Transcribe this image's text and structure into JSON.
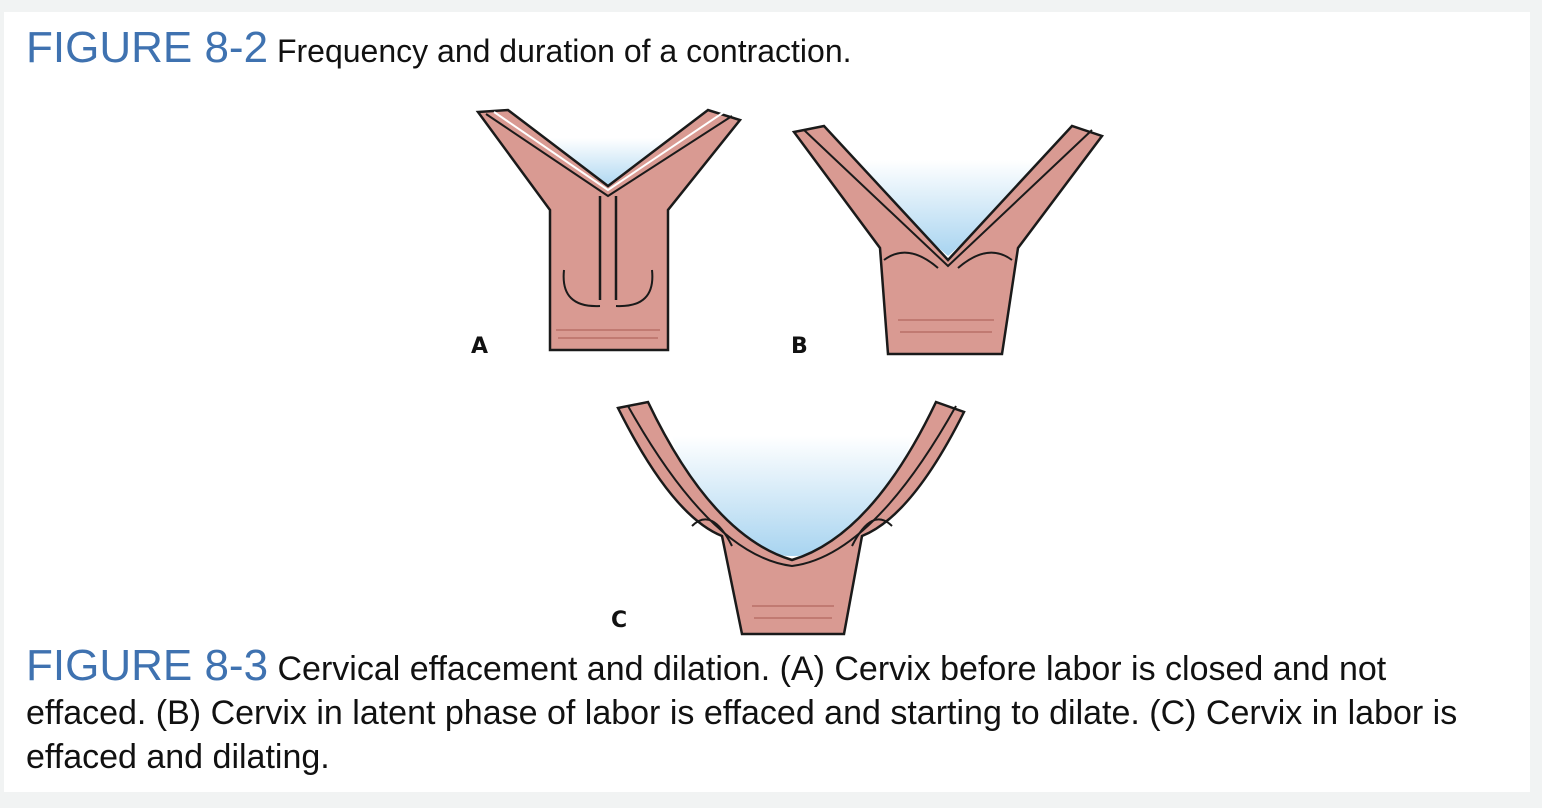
{
  "figure_top": {
    "number": "FIGURE 8-2",
    "text": "Frequency and duration of a contraction."
  },
  "panels": {
    "a": {
      "label": "A"
    },
    "b": {
      "label": "B"
    },
    "c": {
      "label": "C"
    }
  },
  "figure_bottom": {
    "number": "FIGURE 8-3",
    "text": "Cervical effacement and dilation. (A) Cervix before labor is closed and not effaced. (B) Cervix in latent phase of labor is effaced and starting to dilate. (C) Cervix in labor is effaced and dilating."
  },
  "colors": {
    "figure_number": "#3f72b0",
    "tissue": "#d99a92",
    "tissue_dark": "#c97f78",
    "fluid": "#a8d4f0",
    "outline": "#1a1a1a"
  }
}
